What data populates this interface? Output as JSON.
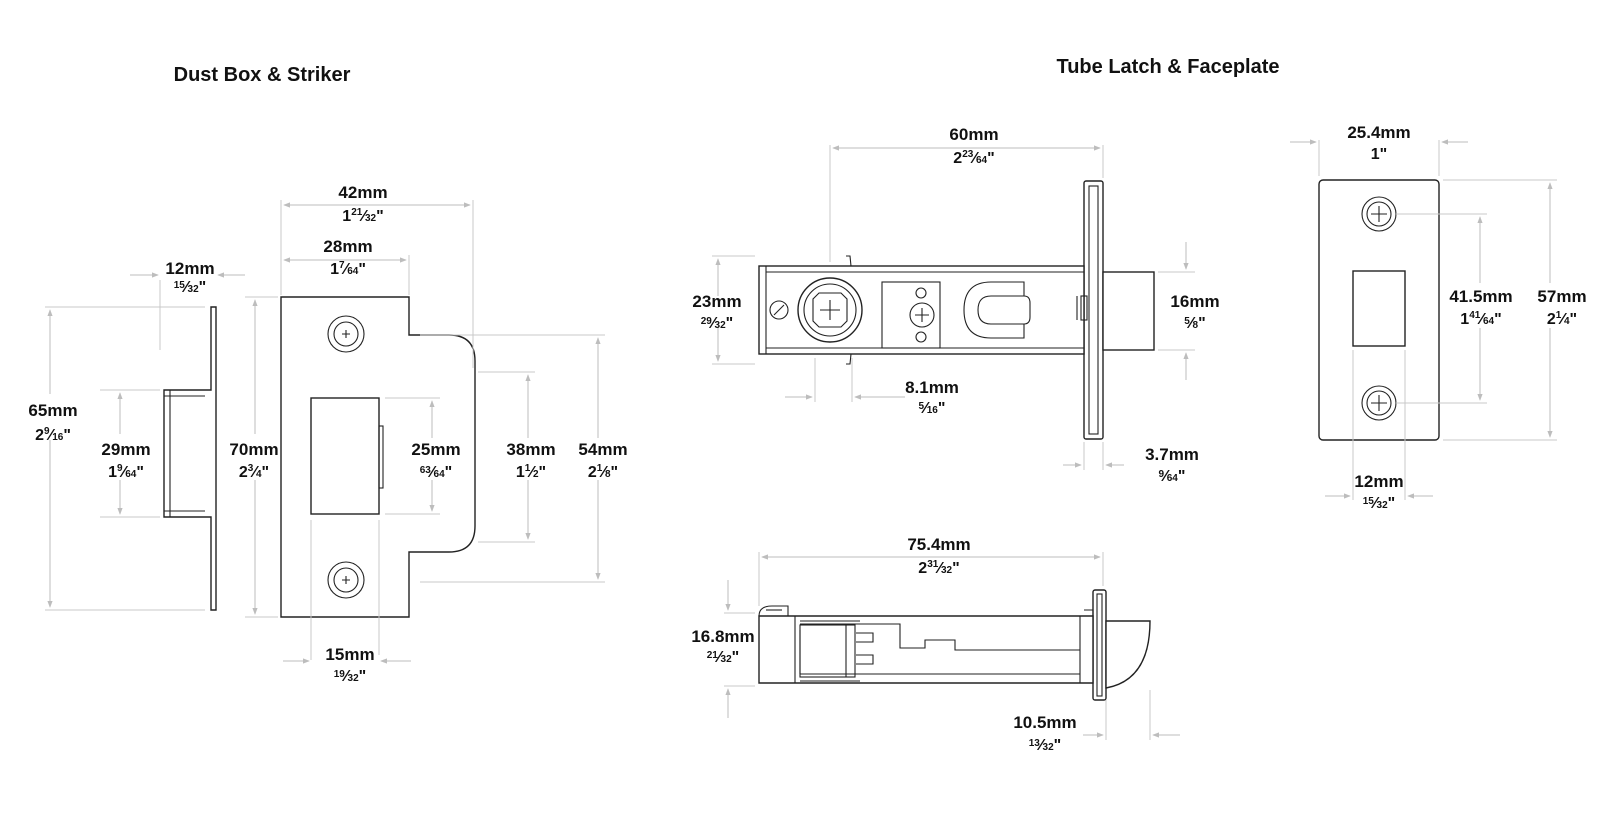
{
  "sections": {
    "dust_box": {
      "title": "Dust Box & Striker"
    },
    "tube_latch": {
      "title": "Tube Latch & Faceplate"
    }
  },
  "dims": {
    "d42": {
      "mm": "42mm",
      "inch": {
        "whole": "1",
        "num": "21",
        "den": "32"
      }
    },
    "d28": {
      "mm": "28mm",
      "inch": {
        "whole": "1",
        "num": "7",
        "den": "64"
      }
    },
    "d12a": {
      "mm": "12mm",
      "inch": {
        "whole": "",
        "num": "15",
        "den": "32"
      }
    },
    "d65": {
      "mm": "65mm",
      "inch": {
        "whole": "2",
        "num": "9",
        "den": "16"
      }
    },
    "d29": {
      "mm": "29mm",
      "inch": {
        "whole": "1",
        "num": "9",
        "den": "64"
      }
    },
    "d70": {
      "mm": "70mm",
      "inch": {
        "whole": "2",
        "num": "3",
        "den": "4"
      }
    },
    "d25": {
      "mm": "25mm",
      "inch": {
        "whole": "",
        "num": "63",
        "den": "64"
      }
    },
    "d38": {
      "mm": "38mm",
      "inch": {
        "whole": "1",
        "num": "1",
        "den": "2"
      }
    },
    "d54": {
      "mm": "54mm",
      "inch": {
        "whole": "2",
        "num": "1",
        "den": "8"
      }
    },
    "d15": {
      "mm": "15mm",
      "inch": {
        "whole": "",
        "num": "19",
        "den": "32"
      }
    },
    "d60": {
      "mm": "60mm",
      "inch": {
        "whole": "2",
        "num": "23",
        "den": "64"
      }
    },
    "d23": {
      "mm": "23mm",
      "inch": {
        "whole": "",
        "num": "29",
        "den": "32"
      }
    },
    "d16": {
      "mm": "16mm",
      "inch": {
        "whole": "",
        "num": "5",
        "den": "8"
      }
    },
    "d81": {
      "mm": "8.1mm",
      "inch": {
        "whole": "",
        "num": "5",
        "den": "16"
      }
    },
    "d37": {
      "mm": "3.7mm",
      "inch": {
        "whole": "",
        "num": "9",
        "den": "64"
      }
    },
    "d254": {
      "mm": "25.4mm",
      "inch": {
        "whole": "1\"",
        "num": "",
        "den": ""
      }
    },
    "d415": {
      "mm": "41.5mm",
      "inch": {
        "whole": "1",
        "num": "41",
        "den": "64"
      }
    },
    "d57": {
      "mm": "57mm",
      "inch": {
        "whole": "2",
        "num": "1",
        "den": "4"
      }
    },
    "d12b": {
      "mm": "12mm",
      "inch": {
        "whole": "",
        "num": "15",
        "den": "32"
      }
    },
    "d754": {
      "mm": "75.4mm",
      "inch": {
        "whole": "2",
        "num": "31",
        "den": "32"
      }
    },
    "d168": {
      "mm": "16.8mm",
      "inch": {
        "whole": "",
        "num": "21",
        "den": "32"
      }
    },
    "d105": {
      "mm": "10.5mm",
      "inch": {
        "whole": "",
        "num": "13",
        "den": "32"
      }
    }
  }
}
